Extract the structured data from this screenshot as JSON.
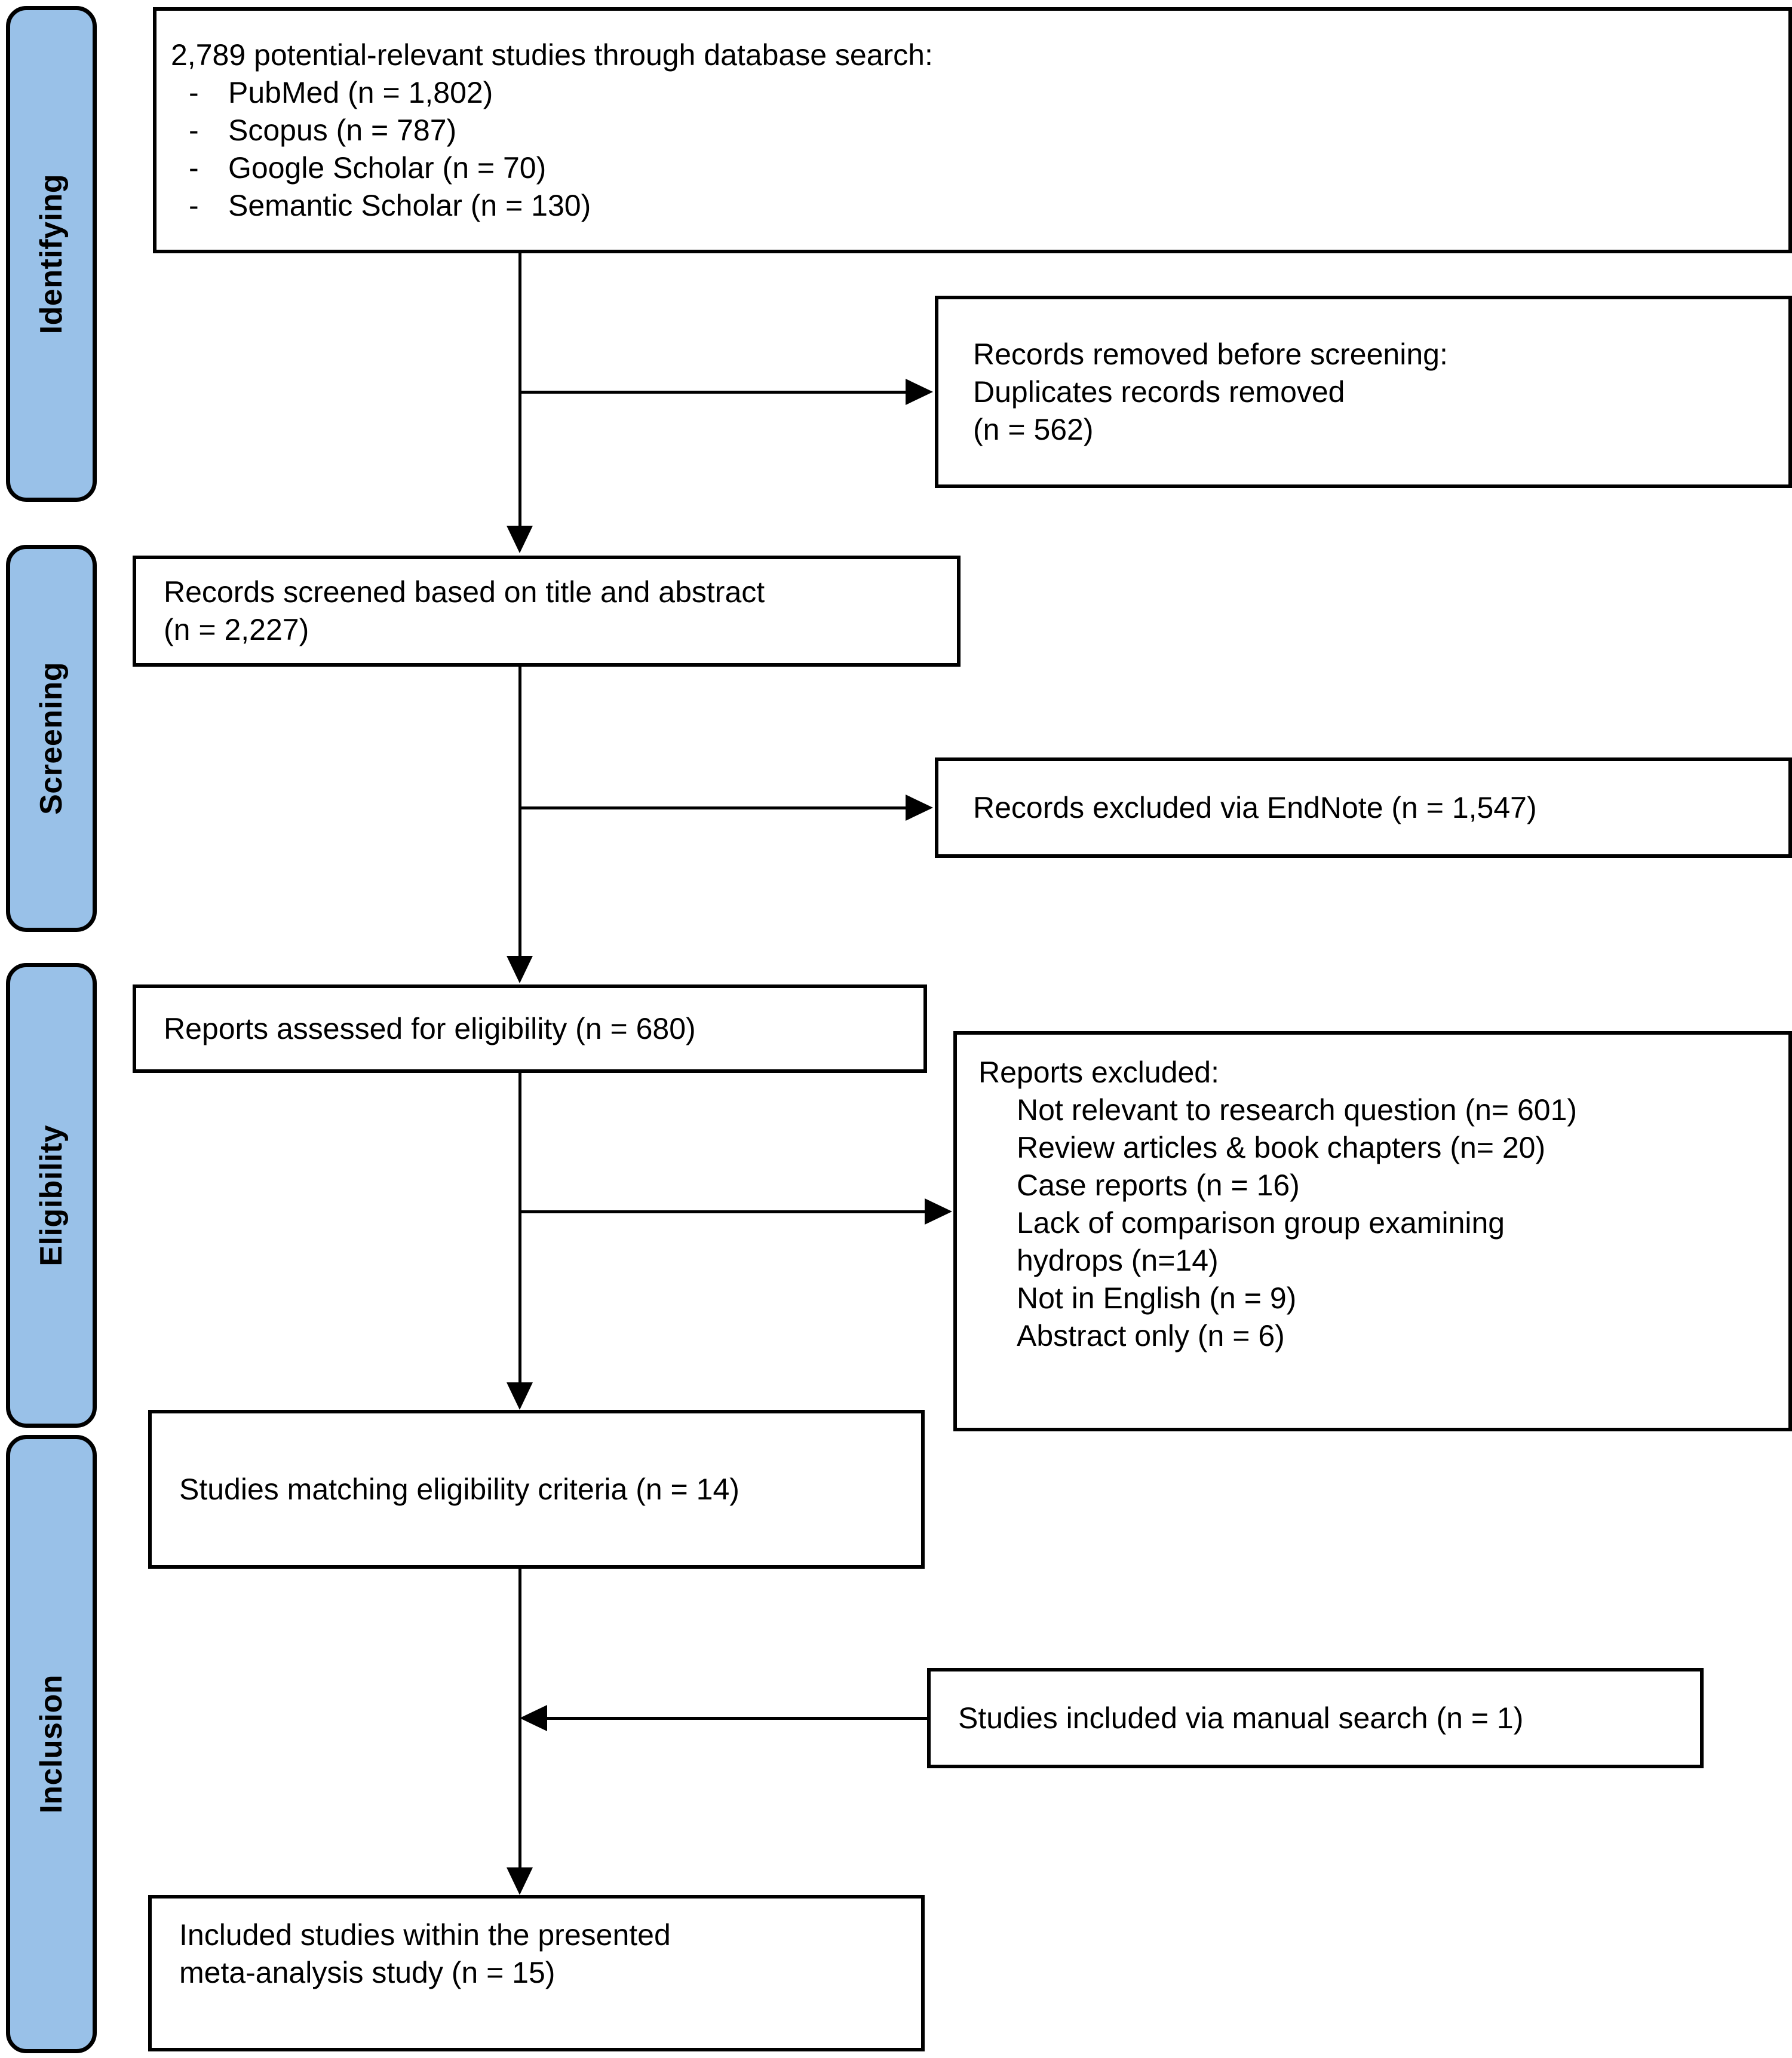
{
  "diagram": {
    "type": "prisma-flow-diagram",
    "accent_color": "#99C1E8",
    "border_color": "#000000",
    "background_color": "#ffffff"
  },
  "phases": [
    {
      "label": "Identifying"
    },
    {
      "label": "Screening"
    },
    {
      "label": "Eligibility"
    },
    {
      "label": "Inclusion"
    }
  ],
  "boxes": {
    "identification": {
      "heading": "2,789 potential-relevant studies through database search:",
      "bullet_marker": "-",
      "sources": [
        {
          "name": "PubMed (n = 1,802)"
        },
        {
          "name": "Scopus (n = 787)"
        },
        {
          "name": "Google Scholar (n = 70)"
        },
        {
          "name": "Semantic Scholar (n = 130)"
        }
      ]
    },
    "duplicates_removed": {
      "line1": "Records removed before screening:",
      "line2": "Duplicates records removed",
      "line3": "(n = 562)"
    },
    "screened": {
      "line1": "Records screened based on title and abstract",
      "line2": "(n = 2,227)"
    },
    "excluded_endnote": {
      "line1": "Records excluded via EndNote (n = 1,547)"
    },
    "assessed": {
      "line1": "Reports assessed for eligibility (n = 680)"
    },
    "reports_excluded": {
      "heading": "Reports excluded:",
      "reasons": [
        "Not relevant to research question (n= 601)",
        "Review articles & book chapters (n= 20)",
        "Case reports (n = 16)",
        "Lack of comparison group examining",
        "hydrops (n=14)",
        "Not in English (n = 9)",
        "Abstract only (n = 6)"
      ]
    },
    "matching": {
      "line1": "Studies matching eligibility criteria (n = 14)"
    },
    "manual_search": {
      "line1": "Studies included via manual search (n = 1)"
    },
    "included": {
      "line1": "Included studies within the presented",
      "line2": "meta-analysis study (n = 15)"
    }
  }
}
